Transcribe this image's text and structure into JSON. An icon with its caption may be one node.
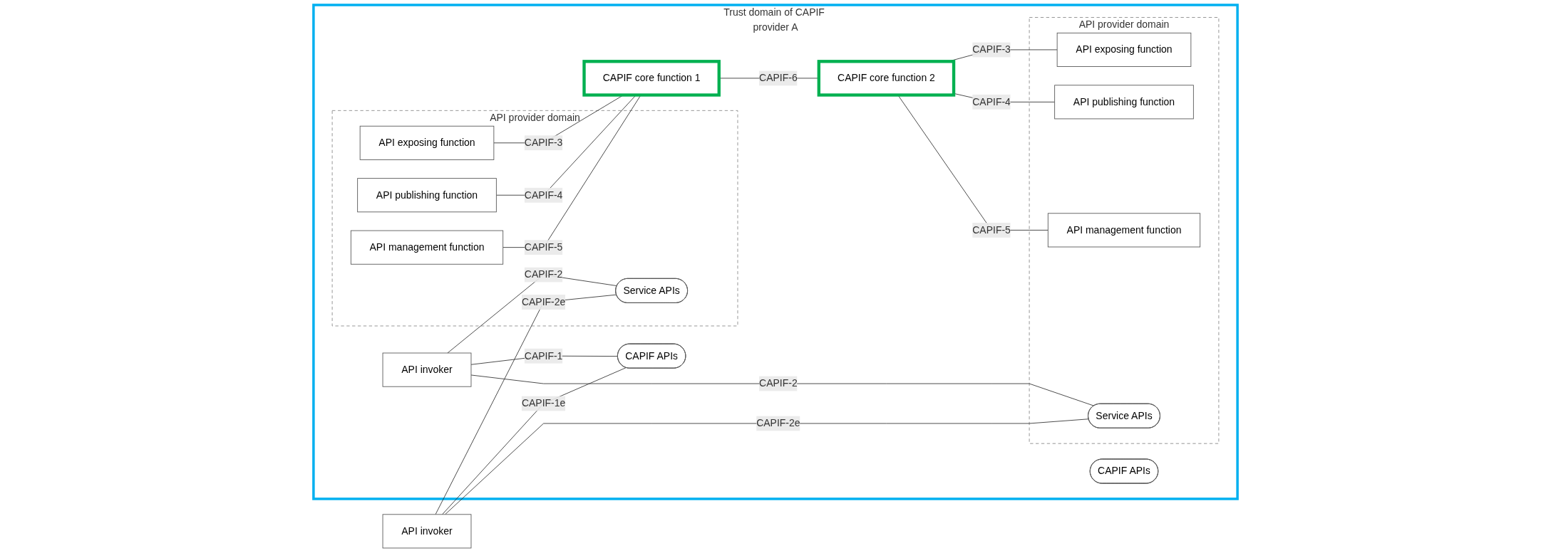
{
  "diagram": {
    "nodes": [
      {
        "text": [
          "API invoker"
        ]
      },
      {
        "text": [
          "Trust domain of CAPIF provider A"
        ]
      },
      {
        "text": [
          "API invoker"
        ],
        "in": 1
      },
      {
        "text": [
          "API provider domain"
        ],
        "in": 1
      },
      {
        "text": [
          "Service APIs"
        ],
        "in": 3
      },
      {
        "text": [
          "API exposing function"
        ],
        "in": 3
      },
      {
        "text": [
          "API publishing function"
        ],
        "in": 3
      },
      {
        "text": [
          "API management function"
        ],
        "in": 3
      },
      {
        "text": [
          "CAPIF APIs"
        ],
        "in": 1
      },
      {
        "text": [
          "CAPIF core function 1"
        ],
        "in": 1
      },
      {
        "text": [
          "CAPIF APIs"
        ],
        "in": 1
      },
      {
        "text": [
          "CAPIF core function 2"
        ],
        "in": 1
      },
      {
        "text": [
          "API provider domain"
        ],
        "in": 1
      },
      {
        "text": [
          "Service APIs"
        ],
        "in": 12
      },
      {
        "text": [
          "API exposing function"
        ],
        "in": 12
      },
      {
        "text": [
          "API publishing function"
        ],
        "in": 12
      },
      {
        "text": [
          "API management function"
        ],
        "in": 12
      }
    ],
    "edges": [
      {
        "from": 0,
        "to": 4,
        "arrow": "none",
        "label": "CAPIF-2e"
      },
      {
        "from": 0,
        "to": 8,
        "arrow": "none",
        "label": "CAPIF-1e"
      },
      {
        "from": 0,
        "to": 13,
        "arrow": "none",
        "label": "CAPIF-2e"
      },
      {
        "from": 2,
        "to": 4,
        "arrow": "none",
        "label": "CAPIF-2"
      },
      {
        "from": 2,
        "to": 8,
        "arrow": "none",
        "label": "CAPIF-1"
      },
      {
        "from": 2,
        "to": 13,
        "arrow": "none",
        "label": "CAPIF-2"
      },
      {
        "from": 5,
        "to": 9,
        "arrow": "none",
        "label": "CAPIF-3"
      },
      {
        "from": 6,
        "to": 9,
        "arrow": "none",
        "label": "CAPIF-4"
      },
      {
        "from": 7,
        "to": 9,
        "arrow": "none",
        "label": "CAPIF-5"
      },
      {
        "from": 9,
        "to": 11,
        "arrow": "none",
        "label": "CAPIF-6"
      },
      {
        "from": 11,
        "to": 14,
        "arrow": "none",
        "label": "CAPIF-3"
      },
      {
        "from": 11,
        "to": 15,
        "arrow": "none",
        "label": "CAPIF-4"
      },
      {
        "from": 11,
        "to": 16,
        "arrow": "none",
        "label": "CAPIF-5"
      }
    ]
  }
}
